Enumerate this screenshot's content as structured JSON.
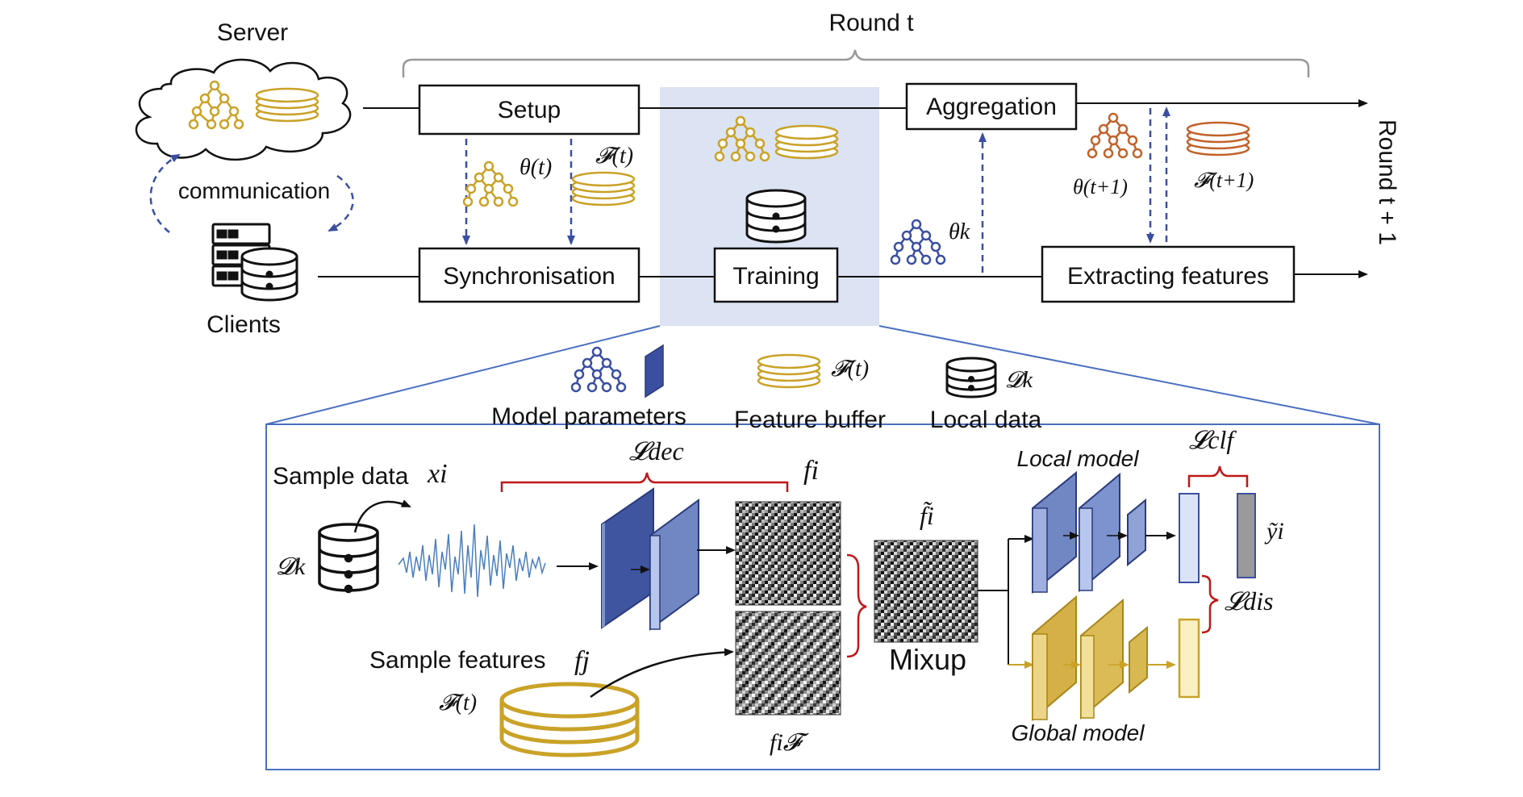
{
  "top": {
    "server": "Server",
    "round_t": "Round t",
    "round_next": "Round t + 1",
    "communication": "communication",
    "clients": "Clients"
  },
  "boxes": {
    "setup": "Setup",
    "aggregation": "Aggregation",
    "synchronisation": "Synchronisation",
    "training": "Training",
    "extracting": "Extracting features"
  },
  "symbols": {
    "theta_t": "θ(t)",
    "F_t": "𝓕(t)",
    "theta_k": "θk",
    "theta_t1": "θ(t+1)",
    "F_t1": "𝓕(t+1)"
  },
  "legend": {
    "model_parameters": "Model parameters",
    "feature_buffer": "Feature buffer",
    "local_data": "Local data",
    "F_t": "𝓕(t)",
    "D_k": "𝓓k"
  },
  "detail": {
    "sample_data": "Sample data",
    "x_i": "xi",
    "D_k": "𝓓k",
    "L_dec": "𝓛dec",
    "f_i": "fi",
    "f_i_tilde": "f̃i",
    "f_i_F": "fi𝓕",
    "mixup": "Mixup",
    "sample_features": "Sample features",
    "f_j": "fj",
    "F_t": "𝓕(t)",
    "local_model": "Local model",
    "global_model": "Global model",
    "L_clf": "𝓛clf",
    "L_dis": "𝓛dis",
    "y_tilde": "ỹi"
  },
  "colors": {
    "blue": "#3b4fa0",
    "gold": "#c9a227",
    "orange": "#c2622a",
    "red": "#c01818",
    "panel_blue": "#4a6fc0",
    "highlight": "#dce3f2"
  }
}
